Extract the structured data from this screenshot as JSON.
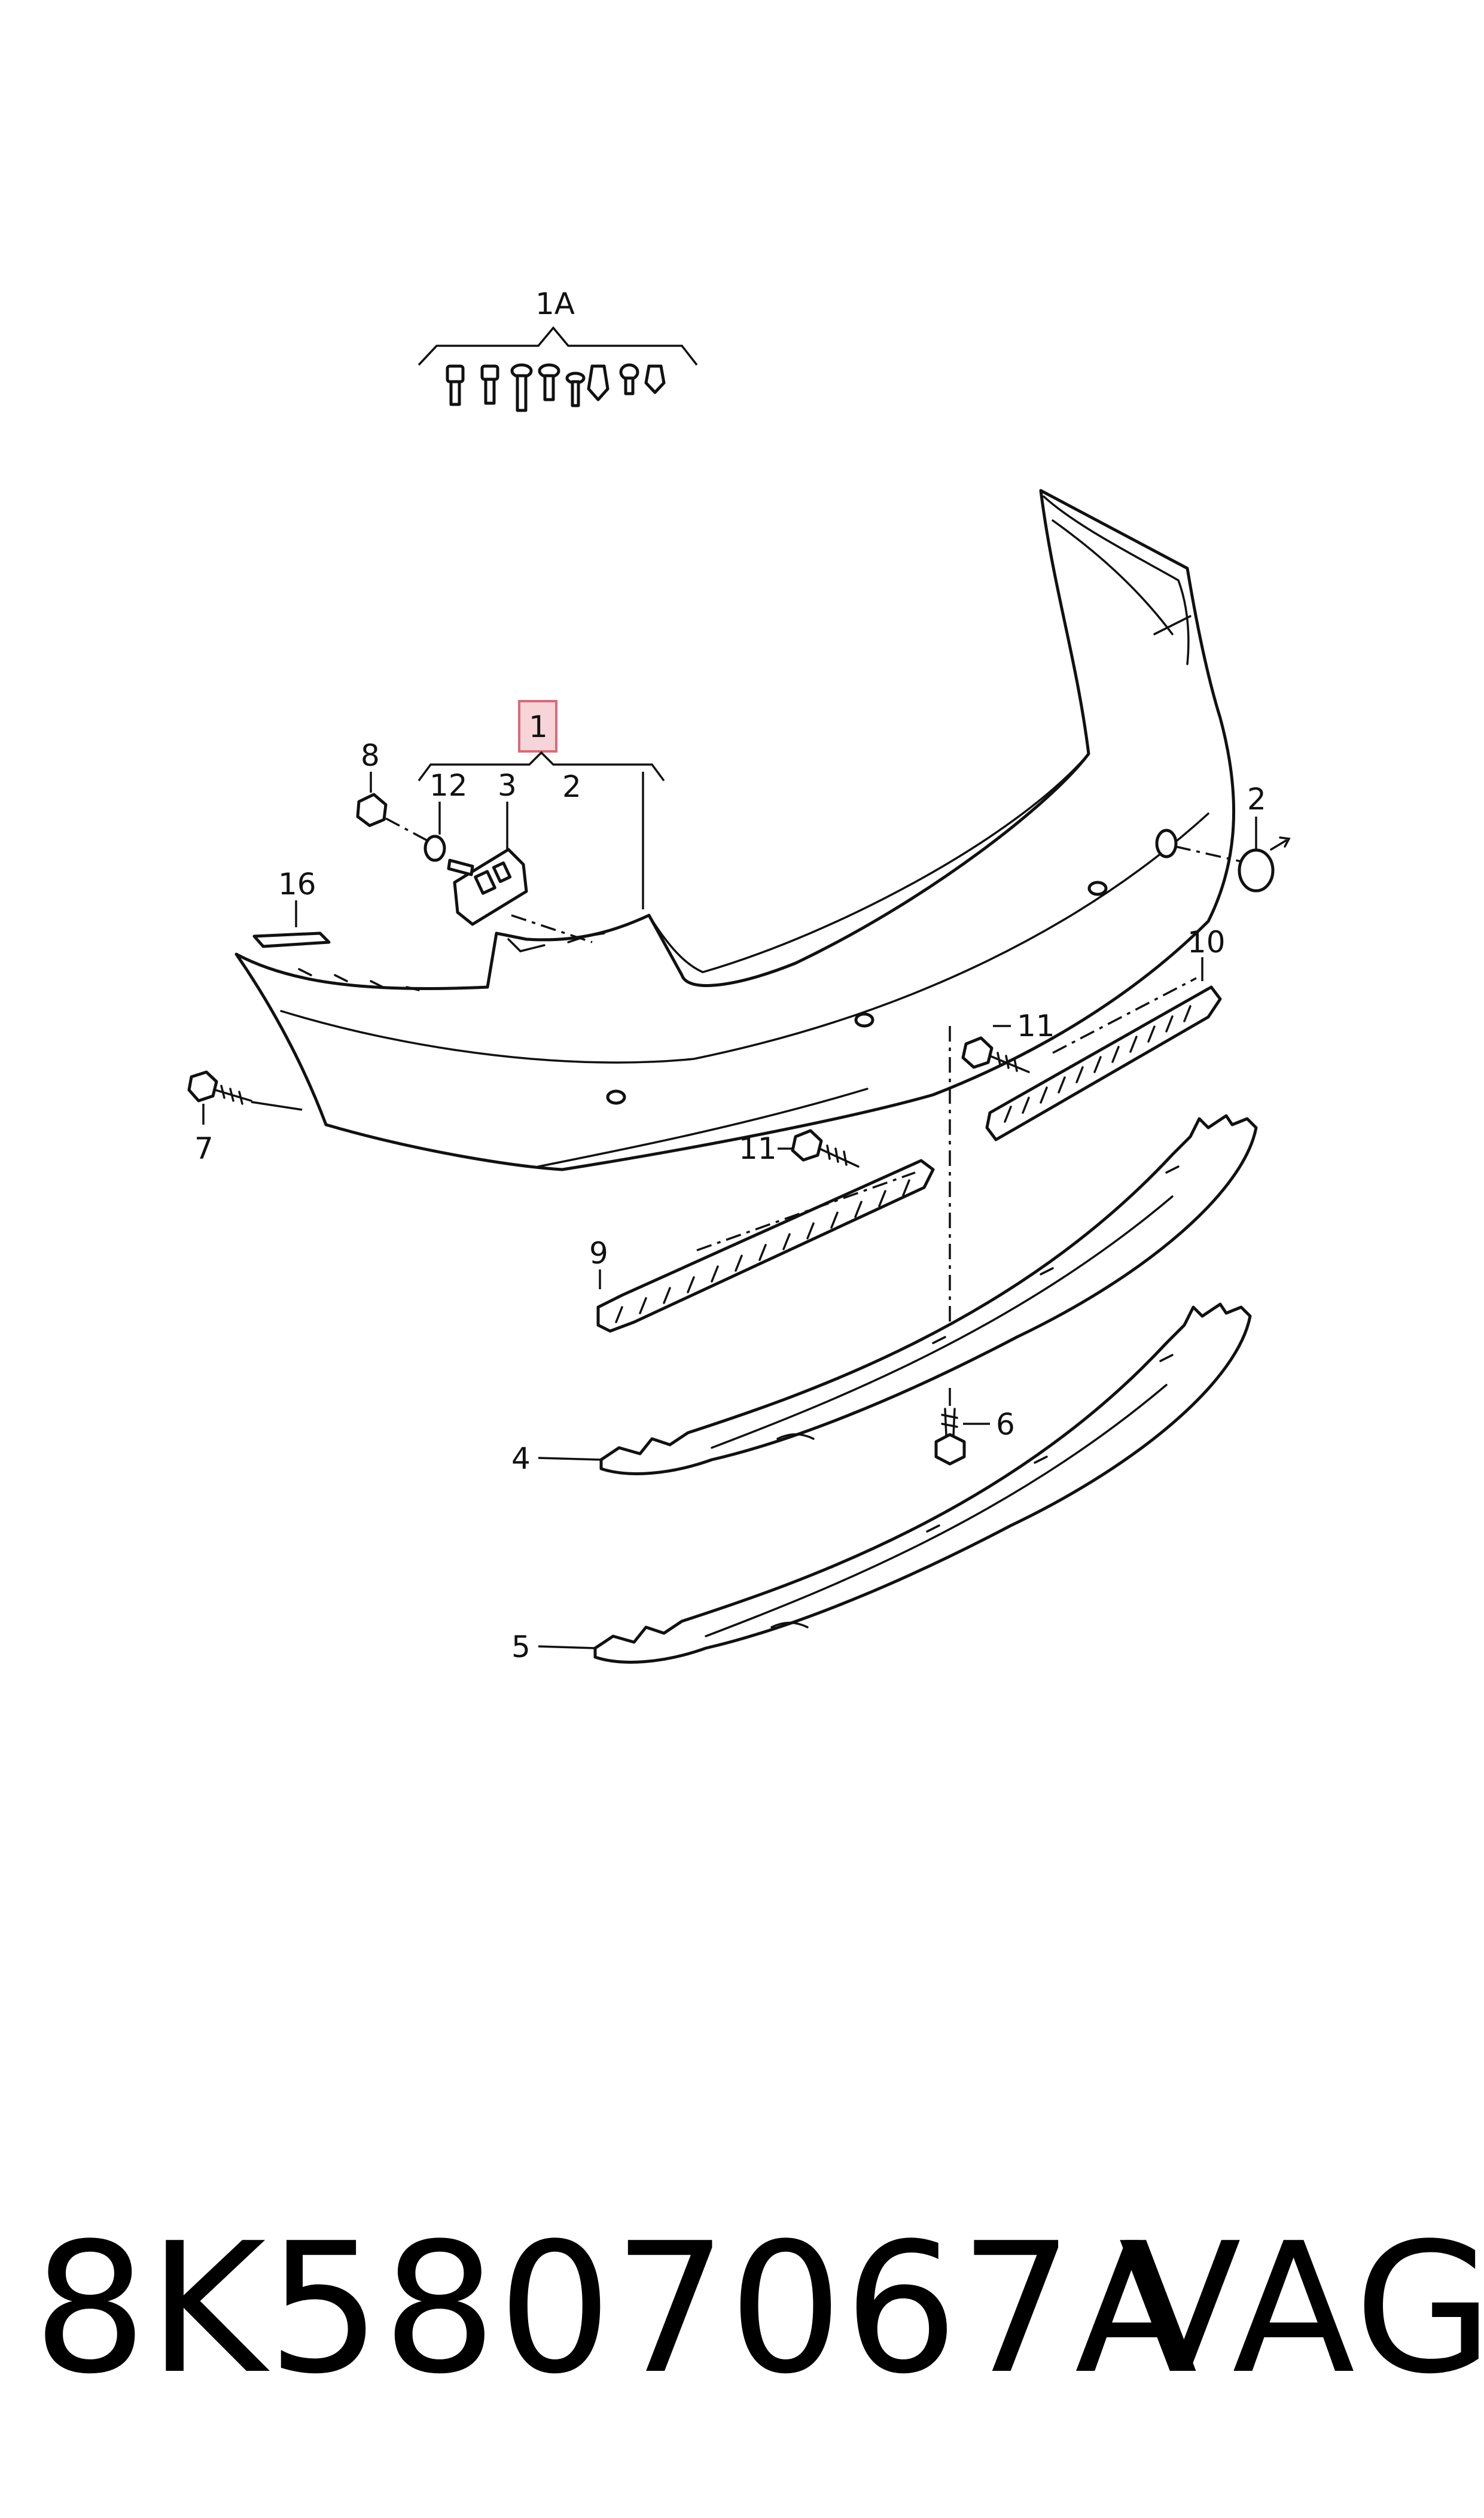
{
  "callouts": {
    "c1a": "1A",
    "c1": "1",
    "c2a": "2",
    "c2b": "2",
    "c3": "3",
    "c4": "4",
    "c5": "5",
    "c6": "6",
    "c7": "7",
    "c8": "8",
    "c9": "9",
    "c10": "10",
    "c11a": "11",
    "c11b": "11",
    "c12": "12",
    "c16": "16"
  },
  "footer": {
    "part_number": "8K5807067A",
    "brand": "VAG"
  },
  "colors": {
    "highlight_fill": "#f7d4d8",
    "highlight_stroke": "#d96a78",
    "line": "#111111"
  }
}
